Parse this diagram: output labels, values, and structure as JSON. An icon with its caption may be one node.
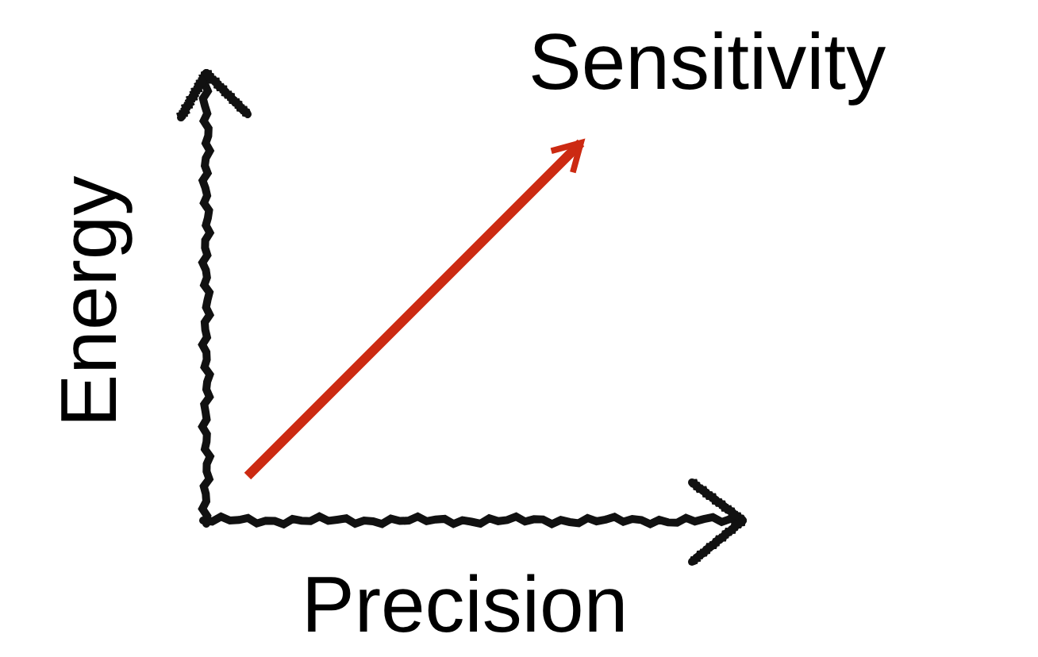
{
  "diagram": {
    "labels": [
      "Sensitivity",
      "Energy",
      "Precision"
    ]
  }
}
